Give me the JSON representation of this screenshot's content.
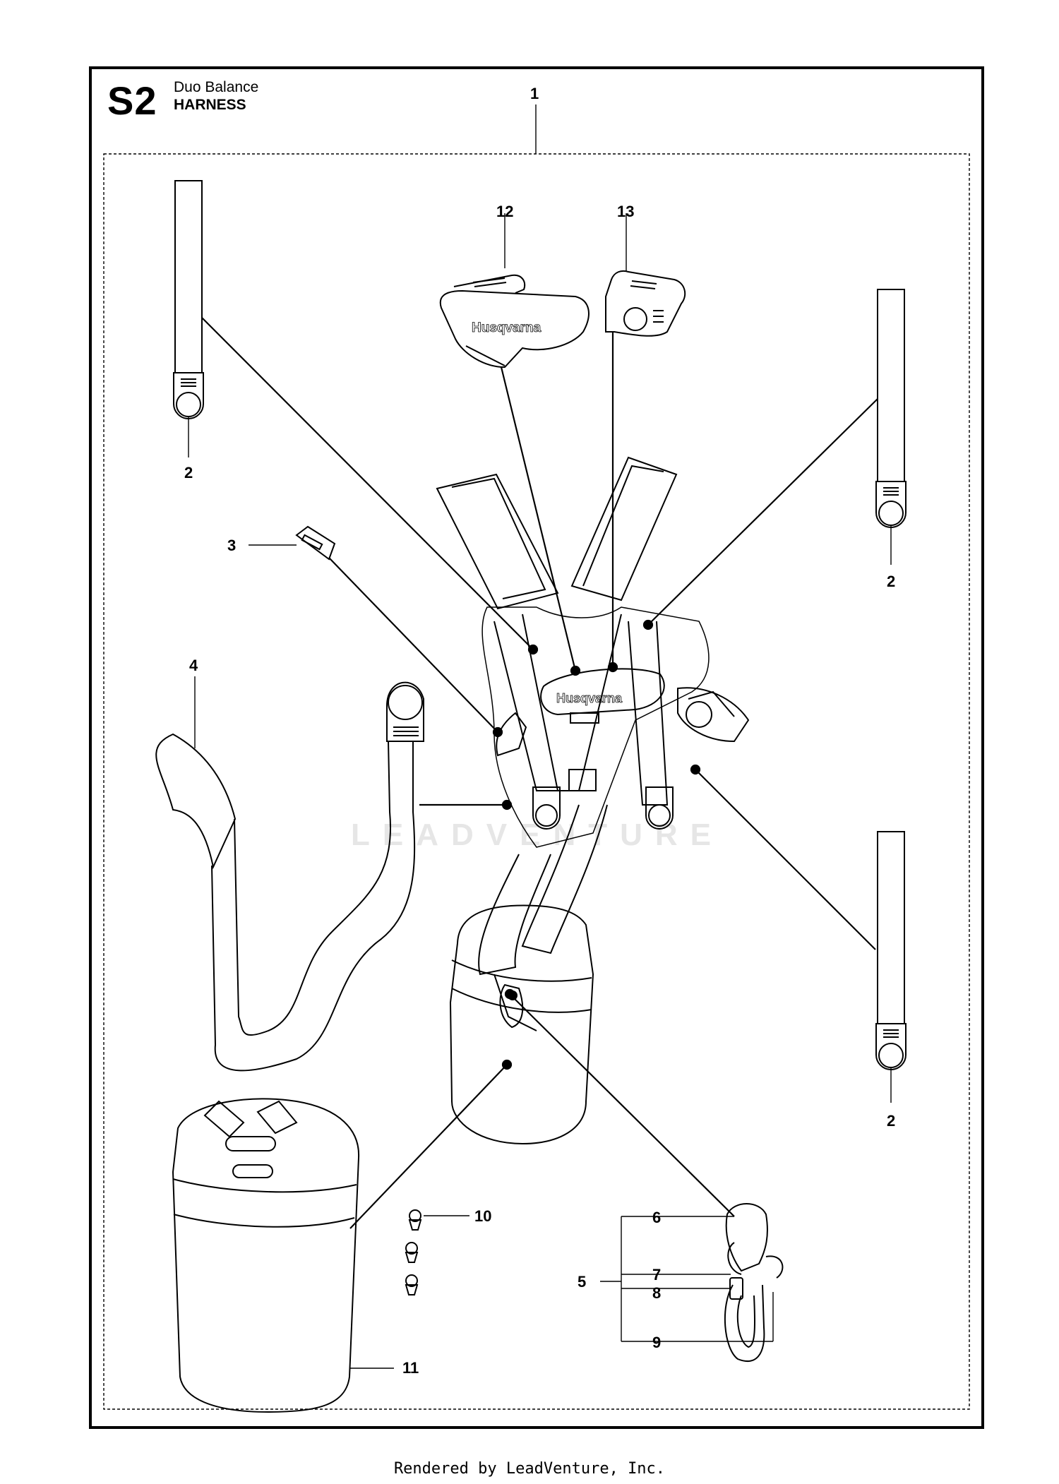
{
  "header": {
    "section_code": "S2",
    "model": "Duo Balance",
    "section": "HARNESS"
  },
  "callouts": {
    "c1": "1",
    "c2a": "2",
    "c2b": "2",
    "c2c": "2",
    "c3": "3",
    "c4": "4",
    "c5": "5",
    "c6": "6",
    "c7": "7",
    "c8": "8",
    "c9": "9",
    "c10": "10",
    "c11": "11",
    "c12": "12",
    "c13": "13"
  },
  "brand_marks": {
    "pad_logo": "Husqvarna",
    "chest_logo": "Husqvarna"
  },
  "watermark": "LEADVENTURE",
  "footer": "Rendered by LeadVenture, Inc."
}
